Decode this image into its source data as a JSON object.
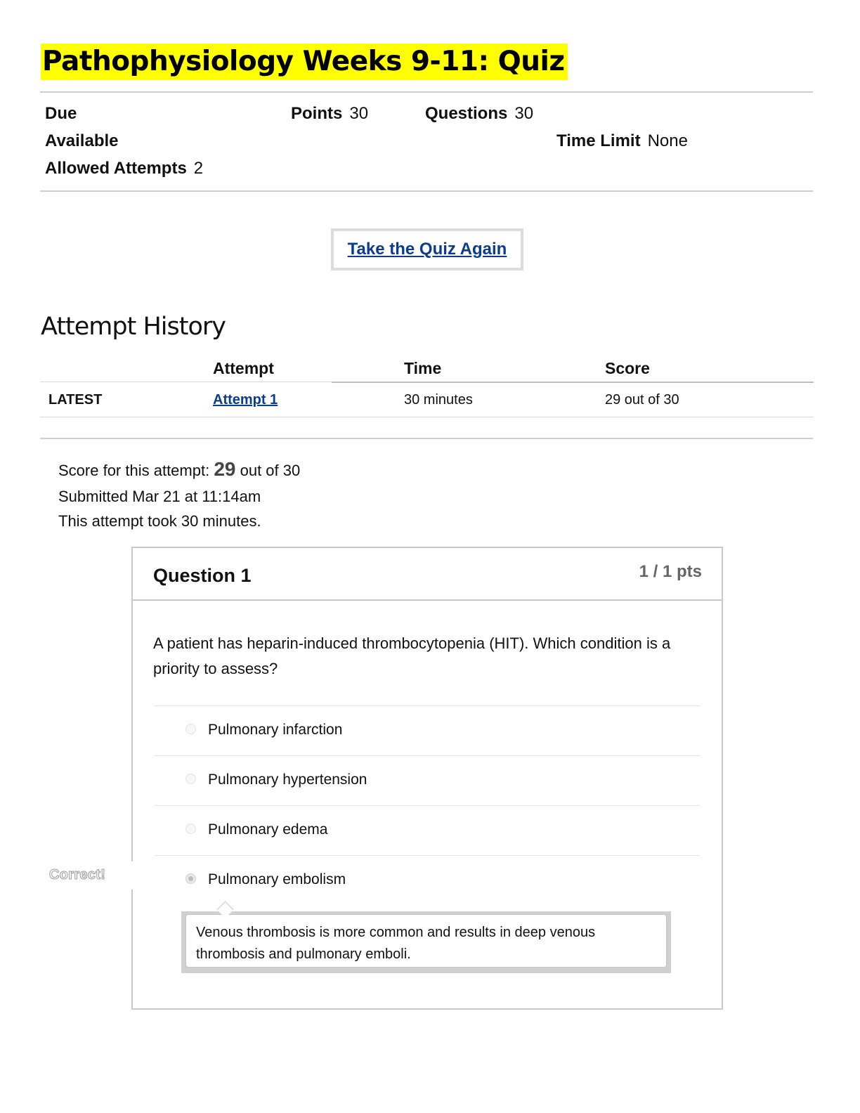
{
  "title": "Pathophysiology Weeks 9-11: Quiz",
  "details": {
    "due_label": "Due",
    "points_label": "Points",
    "points_value": "30",
    "questions_label": "Questions",
    "questions_value": "30",
    "available_label": "Available",
    "time_limit_label": "Time Limit",
    "time_limit_value": "None",
    "allowed_attempts_label": "Allowed Attempts",
    "allowed_attempts_value": "2"
  },
  "take_quiz_label": "Take the Quiz Again",
  "attempt_history": {
    "title": "Attempt History",
    "columns": [
      "",
      "Attempt",
      "Time",
      "Score"
    ],
    "rows": [
      {
        "tag": "LATEST",
        "attempt": "Attempt 1 ",
        "time": "30 minutes",
        "score": "29 out of 30"
      }
    ]
  },
  "summary": {
    "score_prefix": "Score for this attempt:",
    "score_value": "29",
    "score_suffix": "out of 30",
    "submitted": "Submitted Mar 21 at 11:14am",
    "duration": "This attempt took 30 minutes."
  },
  "question": {
    "title": "Question 1",
    "points": "1 / 1 pts",
    "text": "A patient has heparin-induced thrombocytopenia (HIT). Which condition is a priority to assess?",
    "answers": [
      {
        "label": "Pulmonary infarction",
        "selected": false
      },
      {
        "label": "Pulmonary hypertension",
        "selected": false
      },
      {
        "label": "Pulmonary edema",
        "selected": false
      },
      {
        "label": "Pulmonary embolism",
        "selected": true
      }
    ],
    "result_label": "Correct!",
    "feedback": "Venous thrombosis is more common and results in deep venous thrombosis and pulmonary emboli."
  }
}
